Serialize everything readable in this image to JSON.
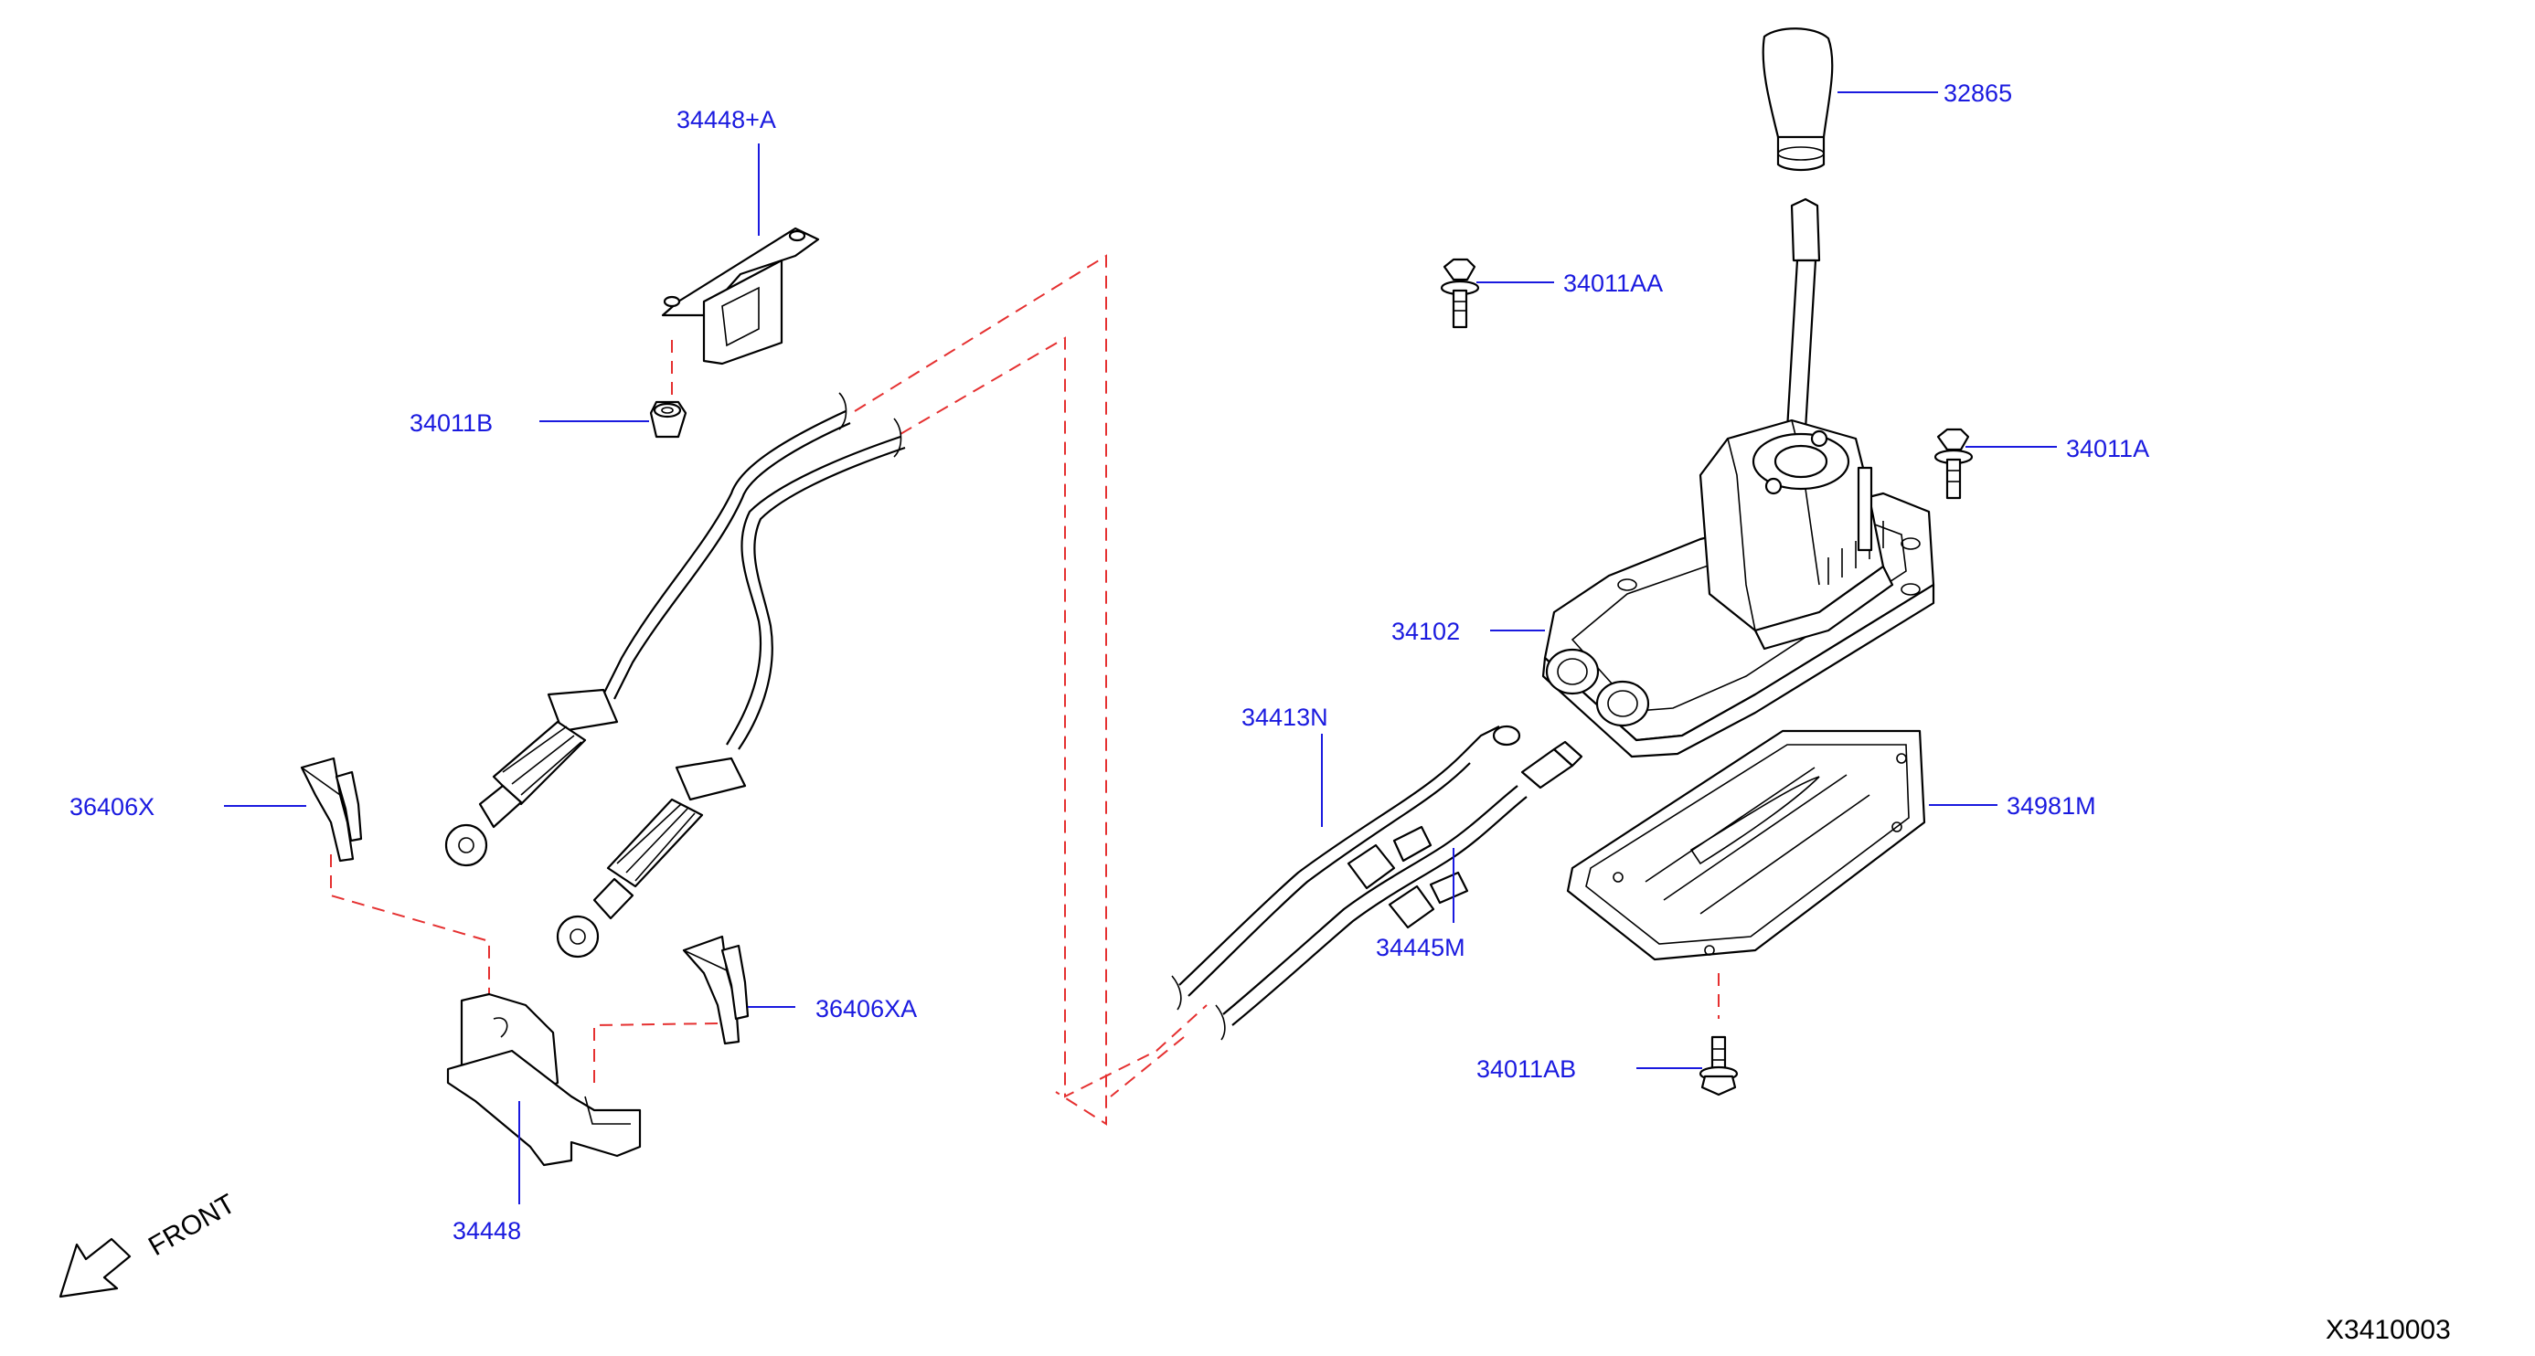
{
  "diagram": {
    "code": "X3410003",
    "front_label": "FRONT"
  },
  "parts": {
    "p32865": "32865",
    "p34011AA": "34011AA",
    "p34011A": "34011A",
    "p34102": "34102",
    "p34981M": "34981M",
    "p34413N": "34413N",
    "p34445M": "34445M",
    "p34011AB": "34011AB",
    "p34448A": "34448+A",
    "p34011B": "34011B",
    "p36406X": "36406X",
    "p36406XA": "36406XA",
    "p34448": "34448"
  },
  "colors": {
    "label": "#1a1adf",
    "dashed_guide": "#e53030",
    "line": "#000000"
  }
}
